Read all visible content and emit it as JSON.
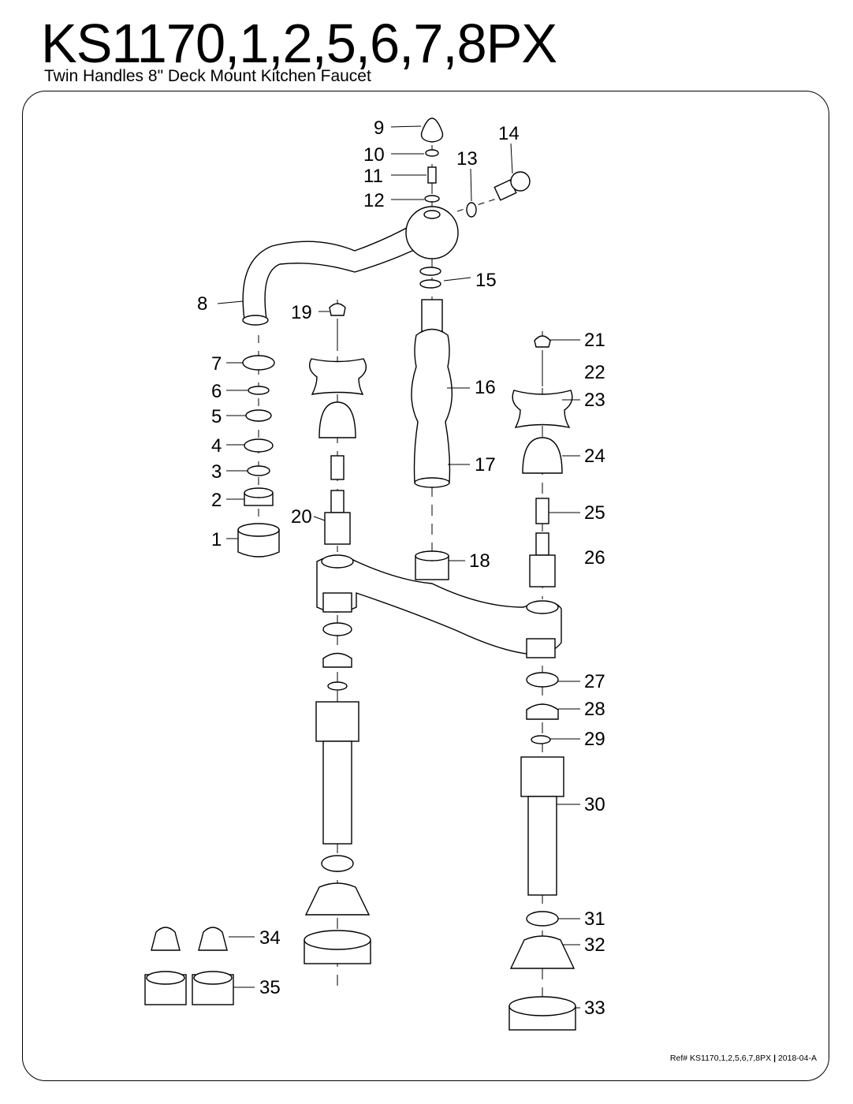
{
  "header": {
    "title": "KS1170,1,2,5,6,7,8PX",
    "subtitle": "Twin Handles 8\" Deck Mount Kitchen Faucet"
  },
  "footer": {
    "ref_prefix": "Ref# KS1170,1,2,5,6,7,8PX",
    "separator": "|",
    "ref_date": "2018-04-A"
  },
  "parts": {
    "p1": "1",
    "p2": "2",
    "p3": "3",
    "p4": "4",
    "p5": "5",
    "p6": "6",
    "p7": "7",
    "p8": "8",
    "p9": "9",
    "p10": "10",
    "p11": "11",
    "p12": "12",
    "p13": "13",
    "p14": "14",
    "p15": "15",
    "p16": "16",
    "p17": "17",
    "p18": "18",
    "p19": "19",
    "p20": "20",
    "p21": "21",
    "p22": "22",
    "p23": "23",
    "p24": "24",
    "p25": "25",
    "p26": "26",
    "p27": "27",
    "p28": "28",
    "p29": "29",
    "p30": "30",
    "p31": "31",
    "p32": "32",
    "p33": "33",
    "p34": "34",
    "p35": "35"
  }
}
